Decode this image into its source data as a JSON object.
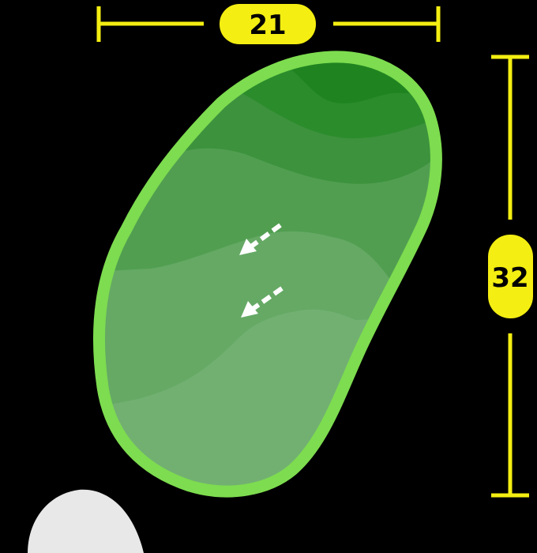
{
  "dimensions": {
    "width_label": "21",
    "depth_label": "32"
  },
  "colors": {
    "background": "#000000",
    "dimension": "#f4ee12",
    "green_outline": "#7ddc4f",
    "tiers": [
      "#1f8420",
      "#2b8c2c",
      "#3d923d",
      "#519e51",
      "#65a965",
      "#72b072"
    ],
    "bunker": "#e8e8e8",
    "slope_arrow": "#ffffff"
  },
  "slope_arrows": [
    {
      "name": "slope-arrow-upper",
      "direction": "down-left"
    },
    {
      "name": "slope-arrow-lower",
      "direction": "down-left"
    }
  ]
}
